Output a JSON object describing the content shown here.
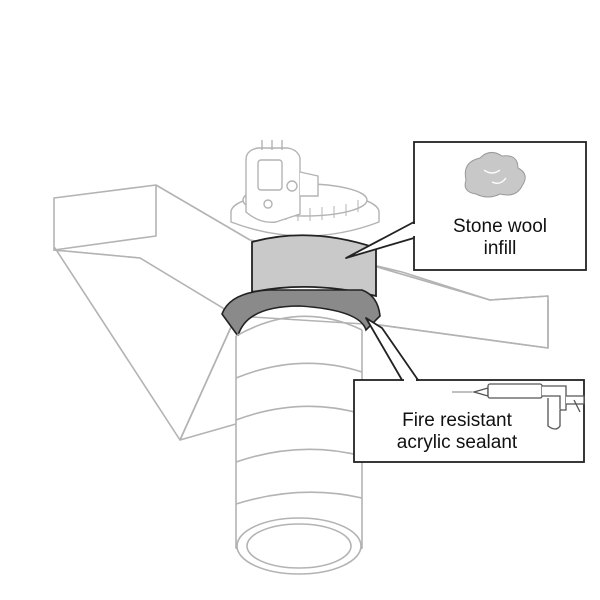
{
  "callouts": {
    "stone_wool": {
      "line1": "Stone wool",
      "line2": "infill"
    },
    "sealant": {
      "line1": "Fire resistant",
      "line2": "acrylic sealant"
    }
  },
  "colors": {
    "outline": "#b3b3b3",
    "callout_border": "#222222",
    "infill_gray": "#c9c9c9",
    "sealant_gray": "#8a8a8a",
    "wool_gray": "#c8c8c8"
  },
  "icons": [
    "fan-unit-icon",
    "stone-wool-icon",
    "caulking-gun-icon"
  ]
}
